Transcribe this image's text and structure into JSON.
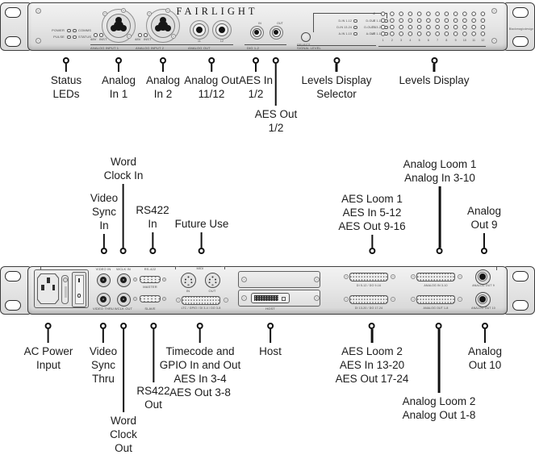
{
  "front_panel": {
    "brand": "FAIRLIGHT",
    "brand_right": "Blackmagicdesign",
    "status_leds": {
      "power": "POWER",
      "comms": "COMMS",
      "pulse": "PULSE",
      "status": "STATUS"
    },
    "input1": {
      "leds": "48V INST",
      "label": "ANALOG INPUT 1"
    },
    "input2": {
      "leds": "48V INST",
      "label": "ANALOG INPUT 2"
    },
    "analog_out": {
      "num1": "11",
      "num2": "12",
      "label": "ANALOG OUT"
    },
    "dig": {
      "in": "IN",
      "out": "OUT",
      "label": "DIG 1-2"
    },
    "selector": {
      "button": "SELECT",
      "footer": "SIGNAL LEVEL",
      "rows": [
        {
          "left": "D-IN 1-12",
          "right": "D-OUT 1-12"
        },
        {
          "left": "D-IN 13-24",
          "right": "D-OUT 13-24"
        },
        {
          "left": "A-IN 1-10",
          "right": "A-OUT 1-12"
        }
      ]
    },
    "meter": {
      "row_labels": [
        "-2",
        "-6",
        "-15",
        "-45"
      ],
      "columns": [
        "1",
        "2",
        "3",
        "4",
        "5",
        "6",
        "7",
        "8",
        "9",
        "10",
        "11",
        "12"
      ]
    }
  },
  "rear_panel": {
    "bnc": {
      "video_in": "VIDEO IN",
      "wclk_in": "WCLK IN",
      "video_thru": "VIDEO THRU",
      "wclk_out": "WCLK OUT"
    },
    "rs422": {
      "title": "RS-422",
      "master": "MASTER",
      "slave": "SLAVE"
    },
    "midi": {
      "title": "MIDI",
      "in": "IN",
      "out": "OUT"
    },
    "ltc_label": "LTC / GPIO / DI 3-4 / DO 3-8",
    "host_label": "HOST",
    "db25": {
      "top_left": "DI 5-12 / DO 9-16",
      "top_right": "ANALOG IN 3-10",
      "bottom_left": "DI 13-20 / DO 17-24",
      "bottom_right": "ANALOG OUT 1-8"
    },
    "trs": {
      "top": "ANALOG OUT 9",
      "bottom": "ANALOG OUT 10"
    }
  },
  "front_callouts": [
    {
      "label": "Status\nLEDs"
    },
    {
      "label": "Analog\nIn 1"
    },
    {
      "label": "Analog\nIn 2"
    },
    {
      "label": "Analog Out\n11/12"
    },
    {
      "label": "AES In\n1/2"
    },
    {
      "label": "AES Out\n1/2"
    },
    {
      "label": "Levels Display\nSelector"
    },
    {
      "label": "Levels Display"
    }
  ],
  "rear_callouts_top": [
    {
      "label": "Video\nSync\nIn"
    },
    {
      "label": "Word\nClock In"
    },
    {
      "label": "RS422\nIn"
    },
    {
      "label": "Future Use"
    },
    {
      "label": "AES Loom 1\nAES In 5-12\nAES Out 9-16"
    },
    {
      "label": "Analog Loom 1\nAnalog In 3-10"
    },
    {
      "label": "Analog\nOut 9"
    }
  ],
  "rear_callouts_bottom": [
    {
      "label": "AC Power\nInput"
    },
    {
      "label": "Video\nSync\nThru"
    },
    {
      "label": "Word\nClock\nOut"
    },
    {
      "label": "RS422\nOut"
    },
    {
      "label": "Timecode and\nGPIO In and Out\nAES In 3-4\nAES Out 3-8"
    },
    {
      "label": "Host"
    },
    {
      "label": "AES Loom 2\nAES In 13-20\nAES Out 17-24"
    },
    {
      "label": "Analog Loom 2\nAnalog Out 1-8"
    },
    {
      "label": "Analog\nOut 10"
    }
  ]
}
